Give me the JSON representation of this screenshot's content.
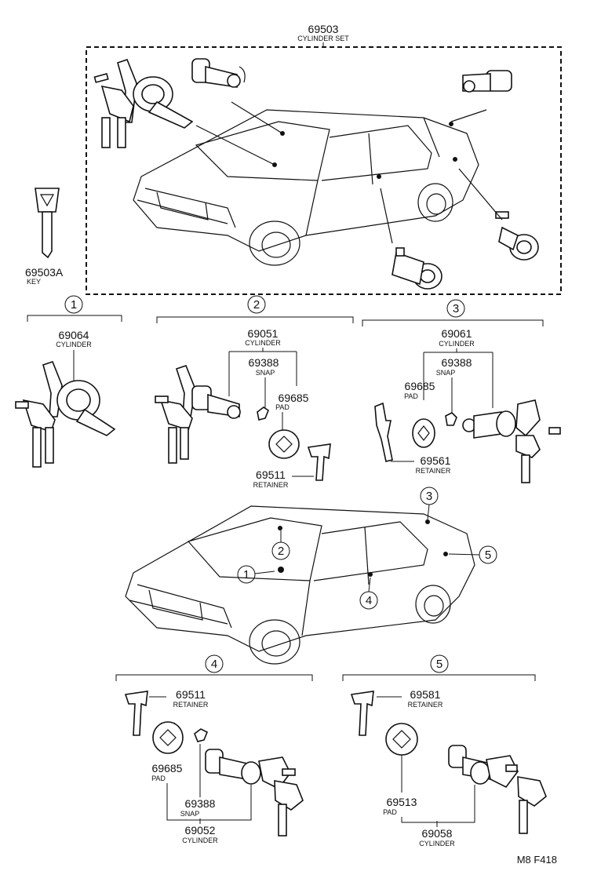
{
  "set": {
    "number": "69503",
    "name": "CYLINDER SET"
  },
  "key": {
    "number": "69503A",
    "name": "KEY"
  },
  "groups": [
    {
      "id": "1"
    },
    {
      "id": "2"
    },
    {
      "id": "3"
    },
    {
      "id": "4"
    },
    {
      "id": "5"
    }
  ],
  "parts": {
    "g1_cylinder": {
      "number": "69064",
      "name": "CYLINDER"
    },
    "g2_cylinder": {
      "number": "69051",
      "name": "CYLINDER"
    },
    "g2_snap": {
      "number": "69388",
      "name": "SNAP"
    },
    "g2_pad": {
      "number": "69685",
      "name": "PAD"
    },
    "g2_retainer": {
      "number": "69511",
      "name": "RETAINER"
    },
    "g3_cylinder": {
      "number": "69061",
      "name": "CYLINDER"
    },
    "g3_snap": {
      "number": "69388",
      "name": "SNAP"
    },
    "g3_pad": {
      "number": "69685",
      "name": "PAD"
    },
    "g3_retainer": {
      "number": "69561",
      "name": "RETAINER"
    },
    "g4_retainer": {
      "number": "69511",
      "name": "RETAINER"
    },
    "g4_pad": {
      "number": "69685",
      "name": "PAD"
    },
    "g4_snap": {
      "number": "69388",
      "name": "SNAP"
    },
    "g4_cylinder": {
      "number": "69052",
      "name": "CYLINDER"
    },
    "g5_retainer": {
      "number": "69581",
      "name": "RETAINER"
    },
    "g5_pad": {
      "number": "69513",
      "name": "PAD"
    },
    "g5_cylinder": {
      "number": "69058",
      "name": "CYLINDER"
    }
  },
  "footer": {
    "code": "M8  F418"
  }
}
